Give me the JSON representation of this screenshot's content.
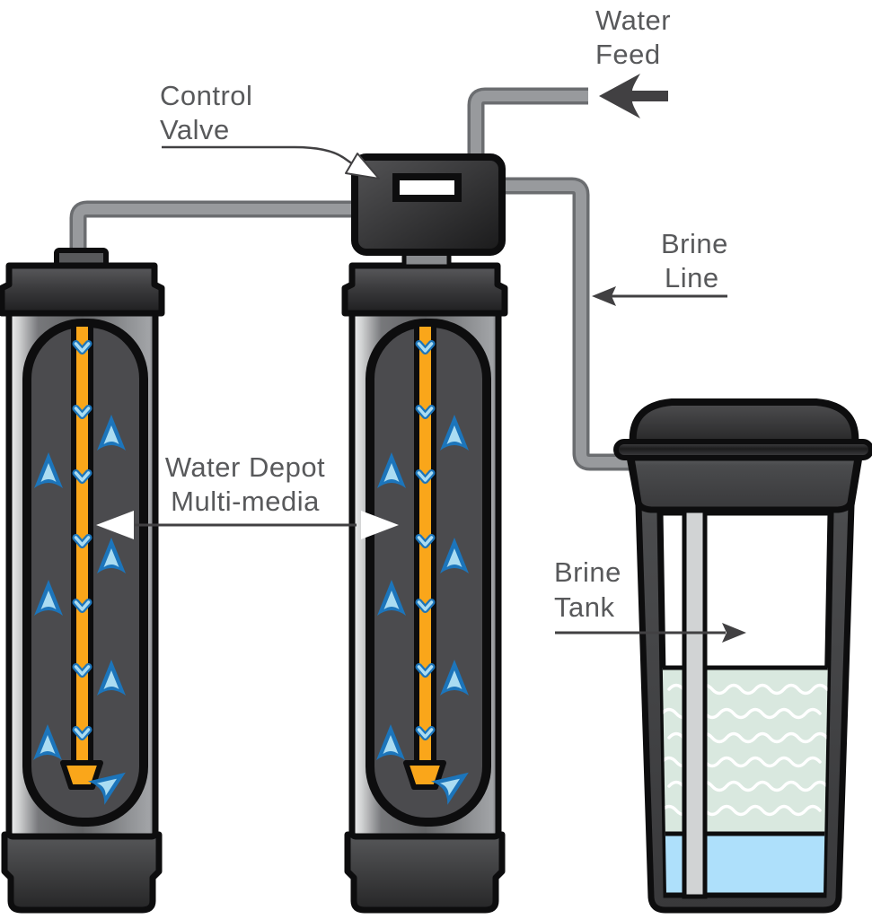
{
  "diagram": {
    "type": "water-softener-system-diagram",
    "background": "#ffffff",
    "labels": {
      "water_feed": [
        "Water",
        "Feed"
      ],
      "control_valve": [
        "Control",
        "Valve"
      ],
      "brine_line": [
        "Brine",
        "Line"
      ],
      "media": [
        "Water Depot",
        "Multi-media"
      ],
      "brine_tank": [
        "Brine",
        "Tank"
      ]
    },
    "colors": {
      "label_text": "#58595b",
      "annotation_arrow": "#414042",
      "pipe_gray": "#989a9d",
      "tank_shell_dark": "#2b2b2c",
      "tank_body_gray": "#77787b",
      "media_window_gray": "#4b4b4e",
      "distributor_tube_yellow": "#faa61a",
      "flow_arrow_blue": "#1c75bb",
      "flow_arrow_light_blue": "#aadcf2",
      "valve_display_white": "#ffffff",
      "brine_salt_pale_green": "#d9e8df",
      "brine_water_blue": "#aee0fb",
      "brine_well_tube_gray": "#d1d3d4"
    }
  }
}
